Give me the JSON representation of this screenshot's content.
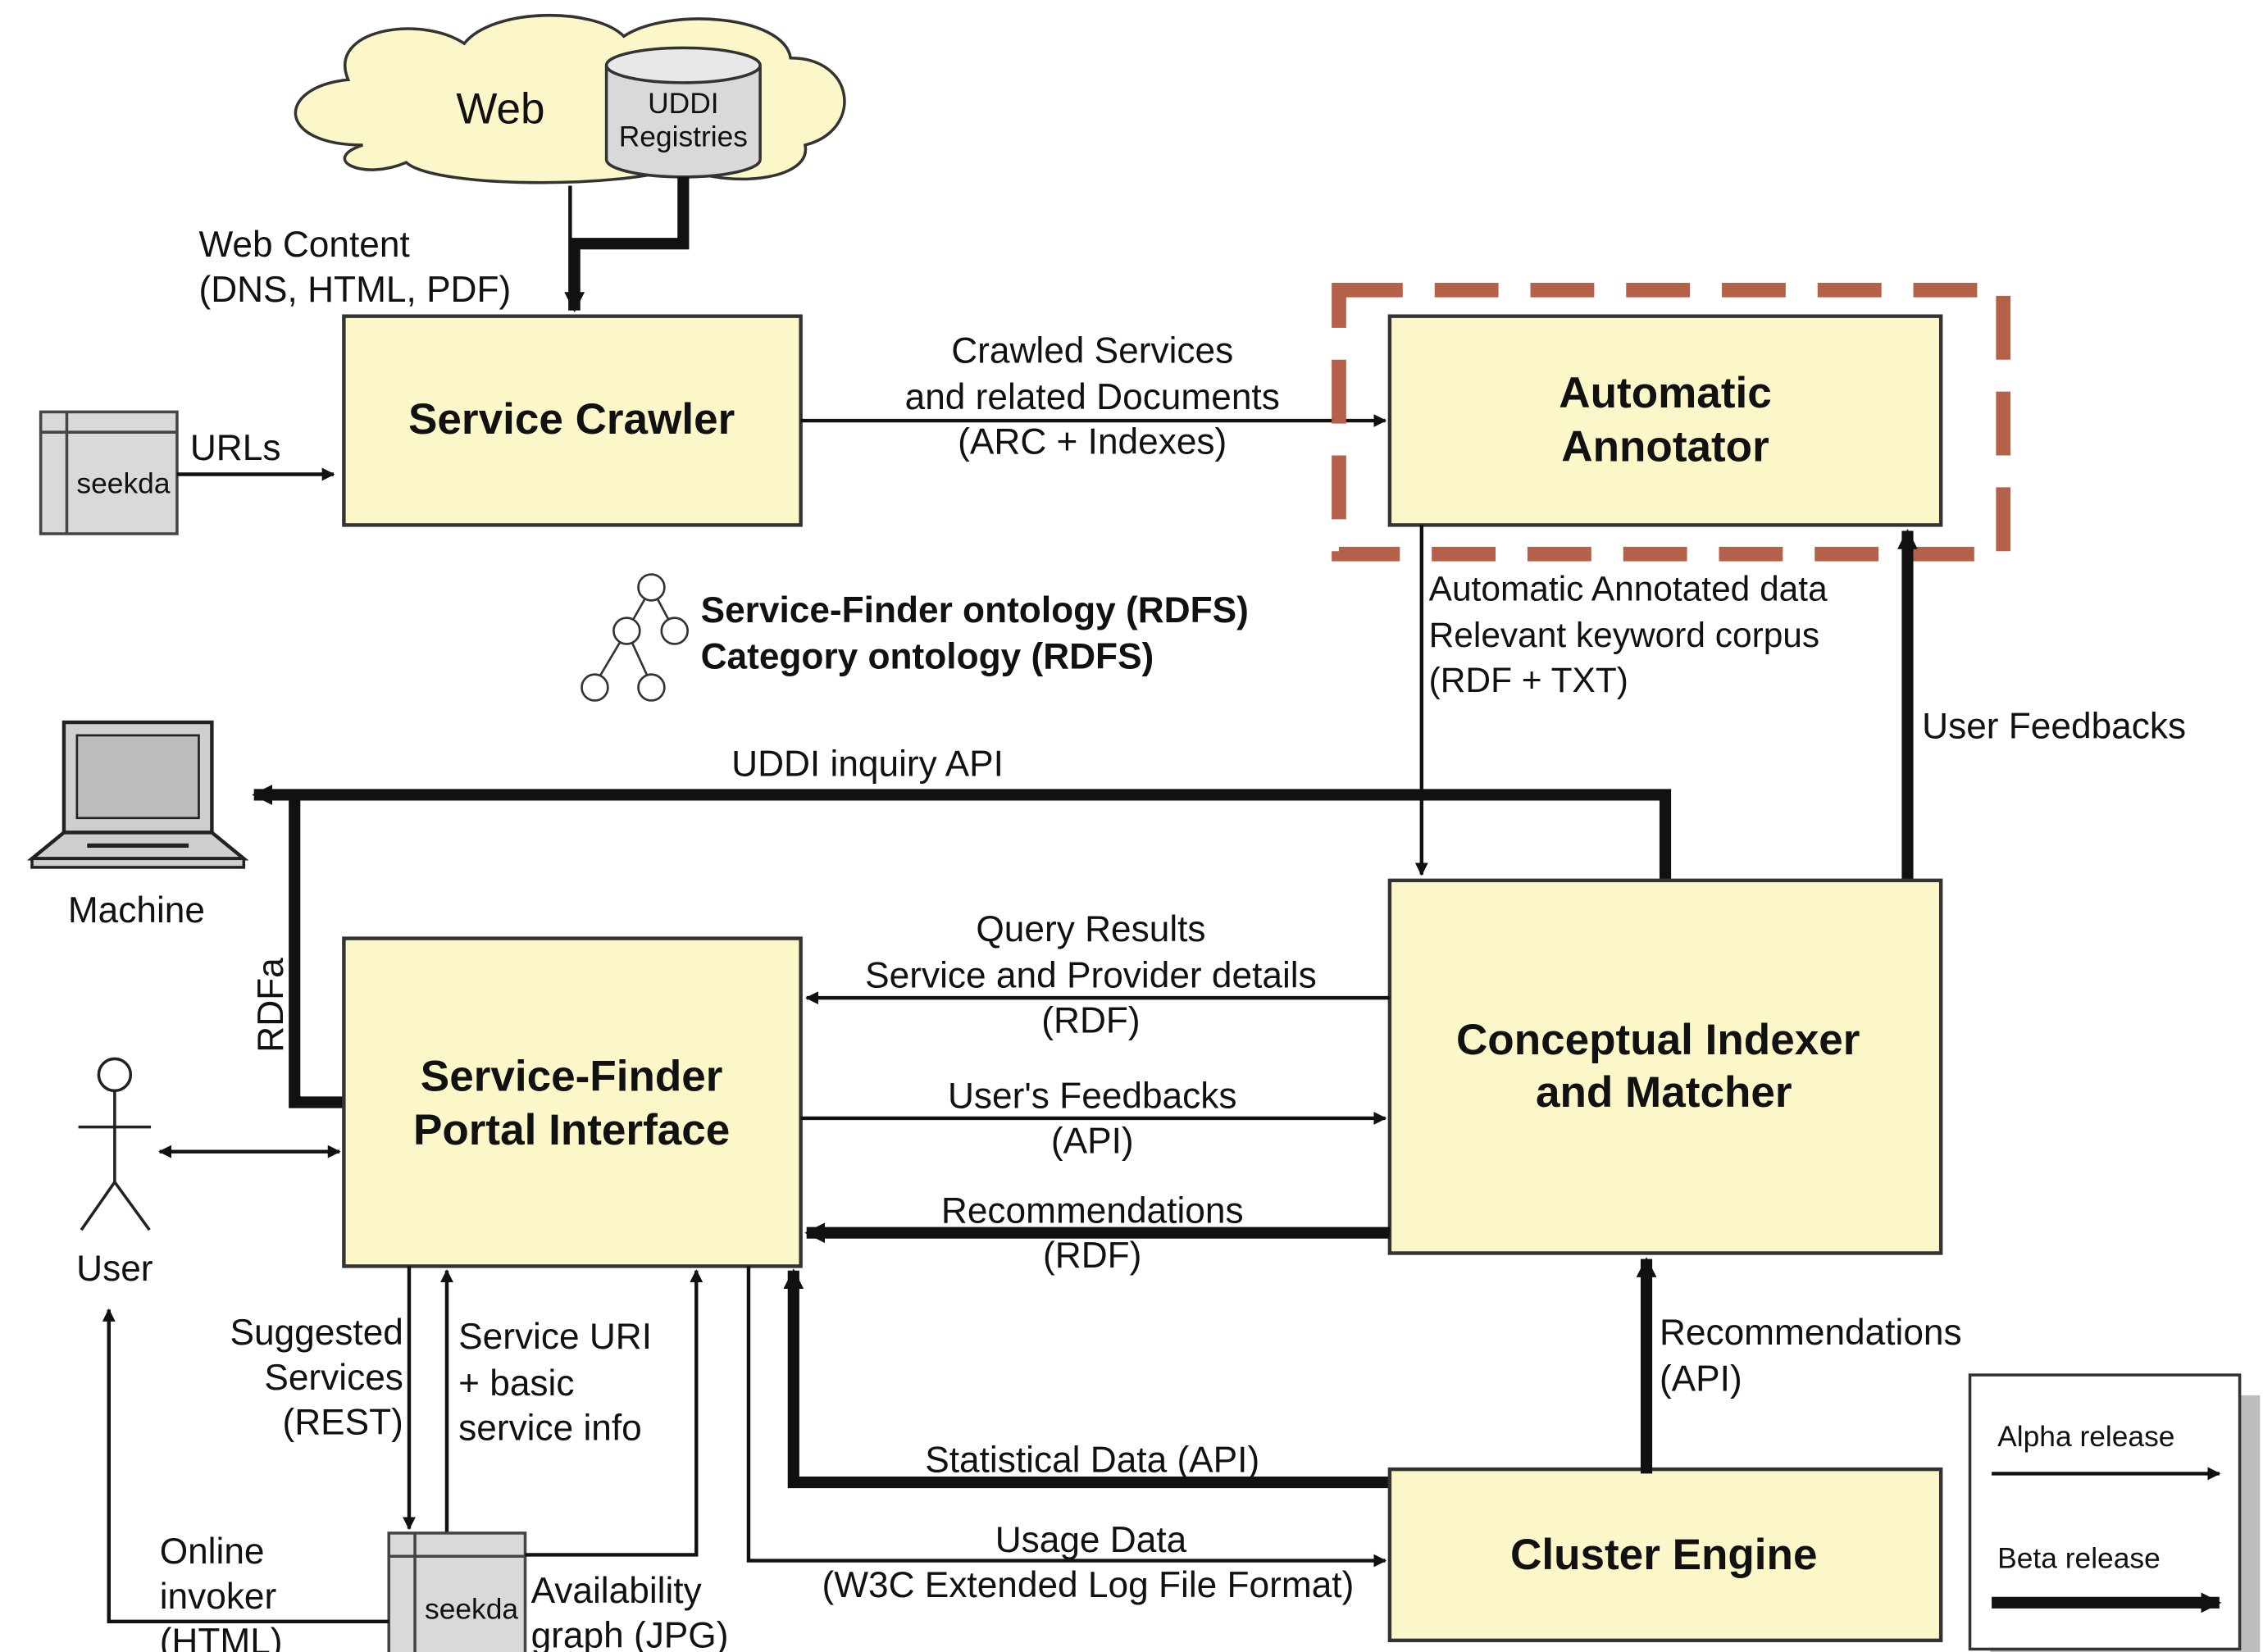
{
  "components": {
    "web": "Web",
    "uddi": [
      "UDDI",
      "Registries"
    ],
    "service_crawler": "Service Crawler",
    "automatic_annotator": [
      "Automatic",
      "Annotator"
    ],
    "portal": [
      "Service-Finder",
      "Portal Interface"
    ],
    "conceptual": [
      "Conceptual Indexer",
      "and Matcher"
    ],
    "cluster_engine": "Cluster Engine",
    "seekda": "seekda",
    "machine": "Machine",
    "user": "User"
  },
  "ontology": [
    "Service-Finder ontology (RDFS)",
    "Category ontology (RDFS)"
  ],
  "flows": {
    "web_content": [
      "Web Content",
      "(DNS, HTML, PDF)"
    ],
    "urls": "URLs",
    "crawled": [
      "Crawled Services",
      "and related Documents",
      "(ARC + Indexes)"
    ],
    "annotated": [
      "Automatic Annotated data",
      "Relevant keyword corpus",
      "(RDF + TXT)"
    ],
    "user_feedbacks": "User Feedbacks",
    "uddi_inquiry": "UDDI inquiry API",
    "rdfa": "RDFa",
    "query_results": [
      "Query Results",
      "Service and Provider details",
      "(RDF)"
    ],
    "users_feedbacks": [
      "User's Feedbacks",
      "(API)"
    ],
    "recommendations_rdf": [
      "Recommendations",
      "(RDF)"
    ],
    "recommendations_api": [
      "Recommendations",
      "(API)"
    ],
    "suggested": [
      "Suggested",
      "Services",
      "(REST)"
    ],
    "service_uri": [
      "Service URI",
      "+ basic",
      "service info"
    ],
    "statistical": "Statistical Data (API)",
    "usage": [
      "Usage Data",
      "(W3C Extended Log File Format)"
    ],
    "online_invoker": [
      "Online",
      "invoker",
      "(HTML)"
    ],
    "availability": [
      "Availability",
      "graph (JPG)"
    ]
  },
  "legend": {
    "alpha": "Alpha release",
    "beta": "Beta release"
  },
  "colors": {
    "box_fill": "#fbf7c9",
    "highlight": "#b5614a",
    "line": "#111111"
  }
}
